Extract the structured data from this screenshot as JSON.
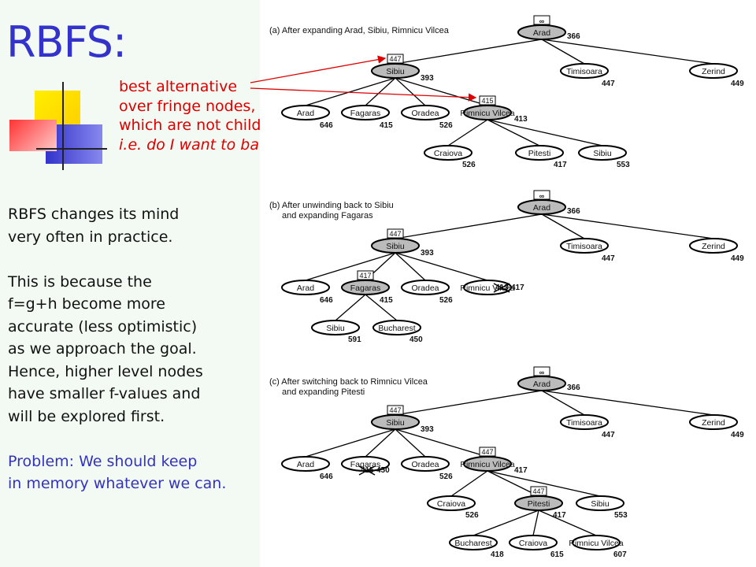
{
  "slide": {
    "title": "RBFS:",
    "callout_lines": [
      "best alternative",
      "over fringe nodes,",
      "which are not children:",
      "i.e. do I want to back up?"
    ],
    "body_lines_1": [
      "RBFS changes its mind",
      "very often in practice."
    ],
    "body_lines_2": [
      "This is because the",
      "f=g+h become more",
      "accurate (less optimistic)",
      "as we approach the goal.",
      "Hence, higher level nodes",
      "have smaller f-values and",
      "will be explored first."
    ],
    "body_lines_3": [
      "Problem: We should keep",
      "in memory whatever we can."
    ],
    "colors": {
      "title": "#3333cc",
      "callout": "#dd0000",
      "problem": "#3333bb",
      "node_fill_expanded": "#bbbbbb"
    }
  },
  "diagrams": [
    {
      "caption": [
        "(a) After expanding Arad, Sibiu, Rimnicu Vilcea"
      ],
      "root": {
        "label": "Arad",
        "box": "∞",
        "f": "366"
      },
      "level1": [
        {
          "label": "Sibiu",
          "box": "447",
          "f": "393"
        },
        {
          "label": "Timisoara",
          "f": "447"
        },
        {
          "label": "Zerind",
          "f": "449"
        }
      ],
      "level2": [
        {
          "label": "Arad",
          "f": "646"
        },
        {
          "label": "Fagaras",
          "f": "415"
        },
        {
          "label": "Oradea",
          "f": "526"
        },
        {
          "label": "Rimnicu Vilcea",
          "box": "415",
          "f": "413"
        }
      ],
      "level3": [
        {
          "label": "Craiova",
          "f": "526"
        },
        {
          "label": "Pitesti",
          "f": "417"
        },
        {
          "label": "Sibiu",
          "f": "553"
        }
      ]
    },
    {
      "caption": [
        "(b) After unwinding back to Sibiu",
        "and expanding Fagaras"
      ],
      "root": {
        "label": "Arad",
        "box": "∞",
        "f": "366"
      },
      "level1": [
        {
          "label": "Sibiu",
          "box": "447",
          "f": "393"
        },
        {
          "label": "Timisoara",
          "f": "447"
        },
        {
          "label": "Zerind",
          "f": "449"
        }
      ],
      "level2": [
        {
          "label": "Arad",
          "f": "646"
        },
        {
          "label": "Fagaras",
          "box": "417",
          "f": "415"
        },
        {
          "label": "Oradea",
          "f": "526"
        },
        {
          "label": "Rimnicu Vilcea",
          "f": "417",
          "crossed": "413"
        }
      ],
      "level3": [
        {
          "label": "Sibiu",
          "f": "591"
        },
        {
          "label": "Bucharest",
          "f": "450"
        }
      ]
    },
    {
      "caption": [
        "(c) After switching back to Rimnicu Vilcea",
        "and expanding Pitesti"
      ],
      "root": {
        "label": "Arad",
        "box": "∞",
        "f": "366"
      },
      "level1": [
        {
          "label": "Sibiu",
          "box": "447",
          "f": "393"
        },
        {
          "label": "Timisoara",
          "f": "447"
        },
        {
          "label": "Zerind",
          "f": "449"
        }
      ],
      "level2": [
        {
          "label": "Arad",
          "f": "646"
        },
        {
          "label": "Fagaras",
          "f": "450",
          "crossed": "415"
        },
        {
          "label": "Oradea",
          "f": "526"
        },
        {
          "label": "Rimnicu Vilcea",
          "box": "447",
          "f": "417"
        }
      ],
      "level3": [
        {
          "label": "Craiova",
          "f": "526"
        },
        {
          "label": "Pitesti",
          "box": "447",
          "f": "417"
        },
        {
          "label": "Sibiu",
          "f": "553"
        }
      ],
      "level4": [
        {
          "label": "Bucharest",
          "f": "418"
        },
        {
          "label": "Craiova",
          "f": "615"
        },
        {
          "label": "Rimnicu Vilcea",
          "f": "607"
        }
      ]
    }
  ]
}
